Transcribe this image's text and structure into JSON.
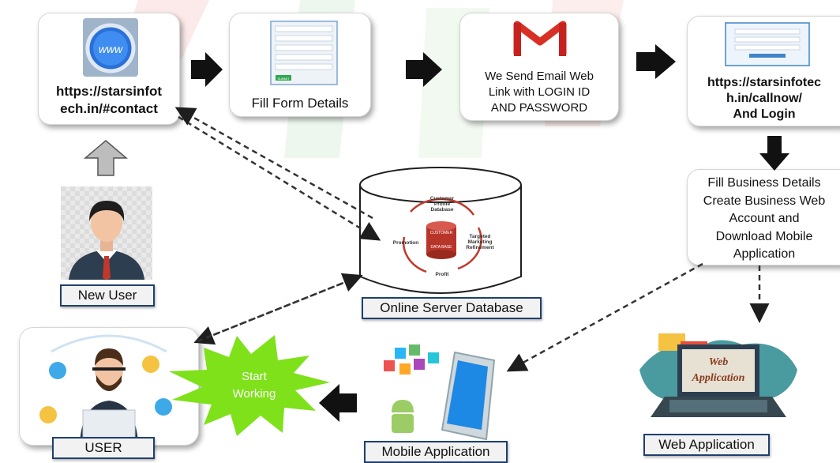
{
  "nodes": {
    "website": {
      "label": "https://starsinfot ech.in/#contact",
      "line1": "https://starsinfot",
      "line2": "ech.in/#contact"
    },
    "fill_form": {
      "label": "Fill Form Details"
    },
    "email": {
      "line1": "We Send Email Web",
      "line2": "Link with LOGIN ID",
      "line3": "AND PASSWORD"
    },
    "callnow": {
      "line1": "https://starsinfotec",
      "line2": "h.in/callnow/",
      "line3": "And Login"
    },
    "business": {
      "line1": "Fill Business Details",
      "line2": "Create Business Web",
      "line3": "Account and",
      "line4": "Download  Mobile",
      "line5": "Application"
    },
    "new_user": {
      "label": "New User"
    },
    "database": {
      "label": "Online Server Database"
    },
    "user": {
      "label": "USER"
    },
    "start": {
      "line1": "Start",
      "line2": "Working"
    },
    "mobile": {
      "label": "Mobile Application"
    },
    "webapp": {
      "label": "Web Application",
      "sign1": "Web",
      "sign2": "Application"
    }
  },
  "database_cycle": {
    "top": "Customer Profile Database",
    "right": "Targeted Marketing Refinement",
    "bottom": "Profit",
    "left": "Promotion",
    "center_top": "CUSTOMER",
    "center_bottom": "DATA BASE"
  },
  "browser_icon_text": "www",
  "form_button_text": "SUBMIT",
  "colors": {
    "accent": "#1f3f6e",
    "arrow": "#111111",
    "watermark_red": "#e85a5a",
    "watermark_green": "#7cc47a",
    "burst": "#7ee11a"
  }
}
